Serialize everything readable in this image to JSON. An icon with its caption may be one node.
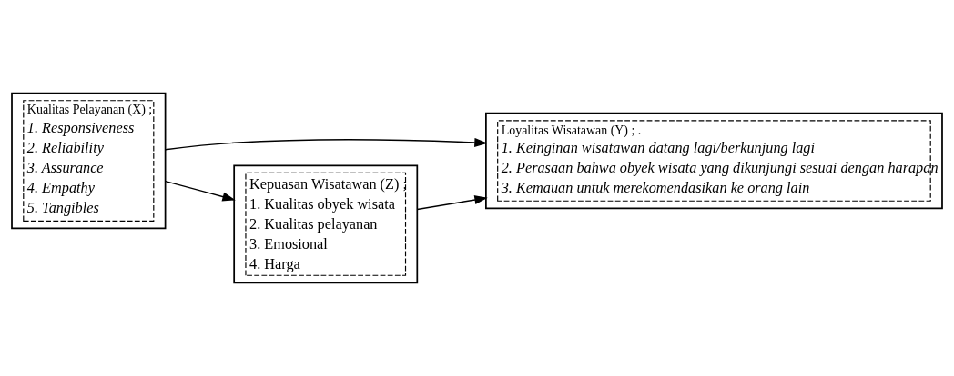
{
  "diagram": {
    "nodes": [
      {
        "text": [
          "Kualitas Pelayanan (X) ;",
          "1. Responsiveness",
          "2. Reliability",
          "3. Assurance",
          "4. Empathy",
          "5. Tangibles"
        ]
      },
      {
        "text": [
          "Loyalitas Wisatawan (Y) ; .",
          "1. Keinginan wisatawan datang lagi/berkunjung lagi",
          "2. Perasaan bahwa obyek wisata yang dikunjungi sesuai dengan harapan",
          "3. Kemauan untuk merekomendasikan ke orang lain"
        ]
      },
      {
        "text": [
          "Kepuasan Wisatawan (Z) ;",
          "1. Kualitas obyek wisata",
          "2. Kualitas pelayanan",
          "3. Emosional",
          "4. Harga"
        ]
      }
    ],
    "edges": [
      {
        "from": 0,
        "to": 1,
        "arrow": "to"
      },
      {
        "from": 0,
        "to": 2,
        "arrow": "to"
      },
      {
        "from": 2,
        "to": 1,
        "arrow": "to"
      }
    ]
  }
}
